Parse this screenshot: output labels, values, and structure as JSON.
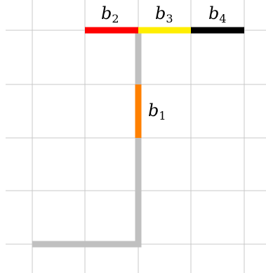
{
  "grid": {
    "color": "#c8c8c8"
  },
  "segments": [
    {
      "id": "path",
      "color": "#c0c0c0"
    },
    {
      "id": "b2",
      "color": "#ff0000"
    },
    {
      "id": "b3",
      "color": "#ffee00"
    },
    {
      "id": "b4",
      "color": "#000000"
    },
    {
      "id": "b1",
      "color": "#ff8000"
    }
  ],
  "labels": {
    "b1": {
      "base": "b",
      "sub": "1"
    },
    "b2": {
      "base": "b",
      "sub": "2"
    },
    "b3": {
      "base": "b",
      "sub": "3"
    },
    "b4": {
      "base": "b",
      "sub": "4"
    }
  }
}
